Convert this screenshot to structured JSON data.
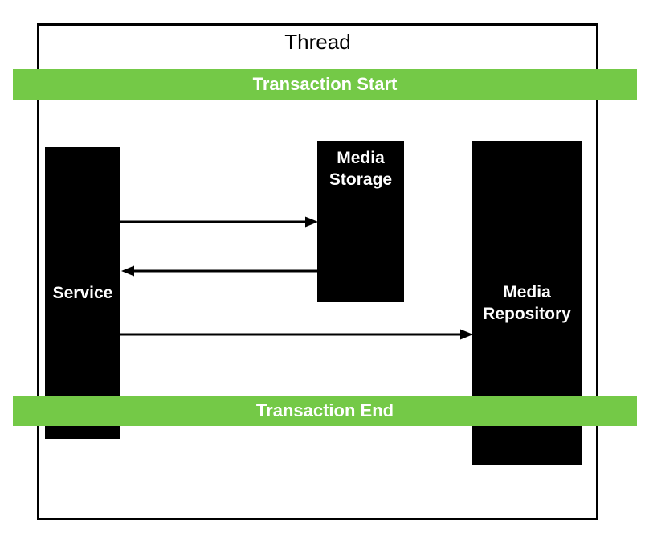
{
  "diagram": {
    "title": "Thread",
    "transaction_start_label": "Transaction Start",
    "transaction_end_label": "Transaction End",
    "nodes": {
      "service": {
        "label": "Service"
      },
      "media_storage": {
        "label": "Media Storage"
      },
      "media_repository": {
        "label": "Media Repository"
      }
    },
    "arrows": [
      {
        "name": "service-to-media-storage",
        "direction": "right"
      },
      {
        "name": "media-storage-to-service",
        "direction": "left"
      },
      {
        "name": "service-to-media-repository",
        "direction": "right"
      }
    ],
    "colors": {
      "transaction_bar": "#74C947",
      "node_fill": "#000000",
      "node_text": "#FFFFFF",
      "outline": "#000000",
      "background": "#FFFFFF"
    }
  }
}
